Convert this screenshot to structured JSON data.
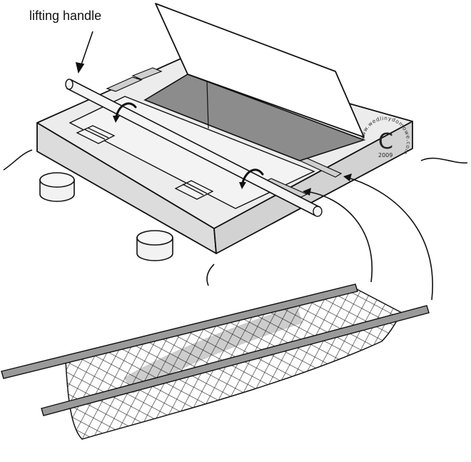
{
  "labels": {
    "lifting_handle": "lifting handle"
  },
  "watermark": {
    "site": "www.wedlinydomowe.com",
    "year": "2009",
    "symbol": "C"
  },
  "colors": {
    "stroke": "#111111",
    "board_top": "#ececec",
    "board_side": "#d9d9d9",
    "opening": "#8c8c8c",
    "rod": "#9a9a9a",
    "mesh": "#222222"
  }
}
